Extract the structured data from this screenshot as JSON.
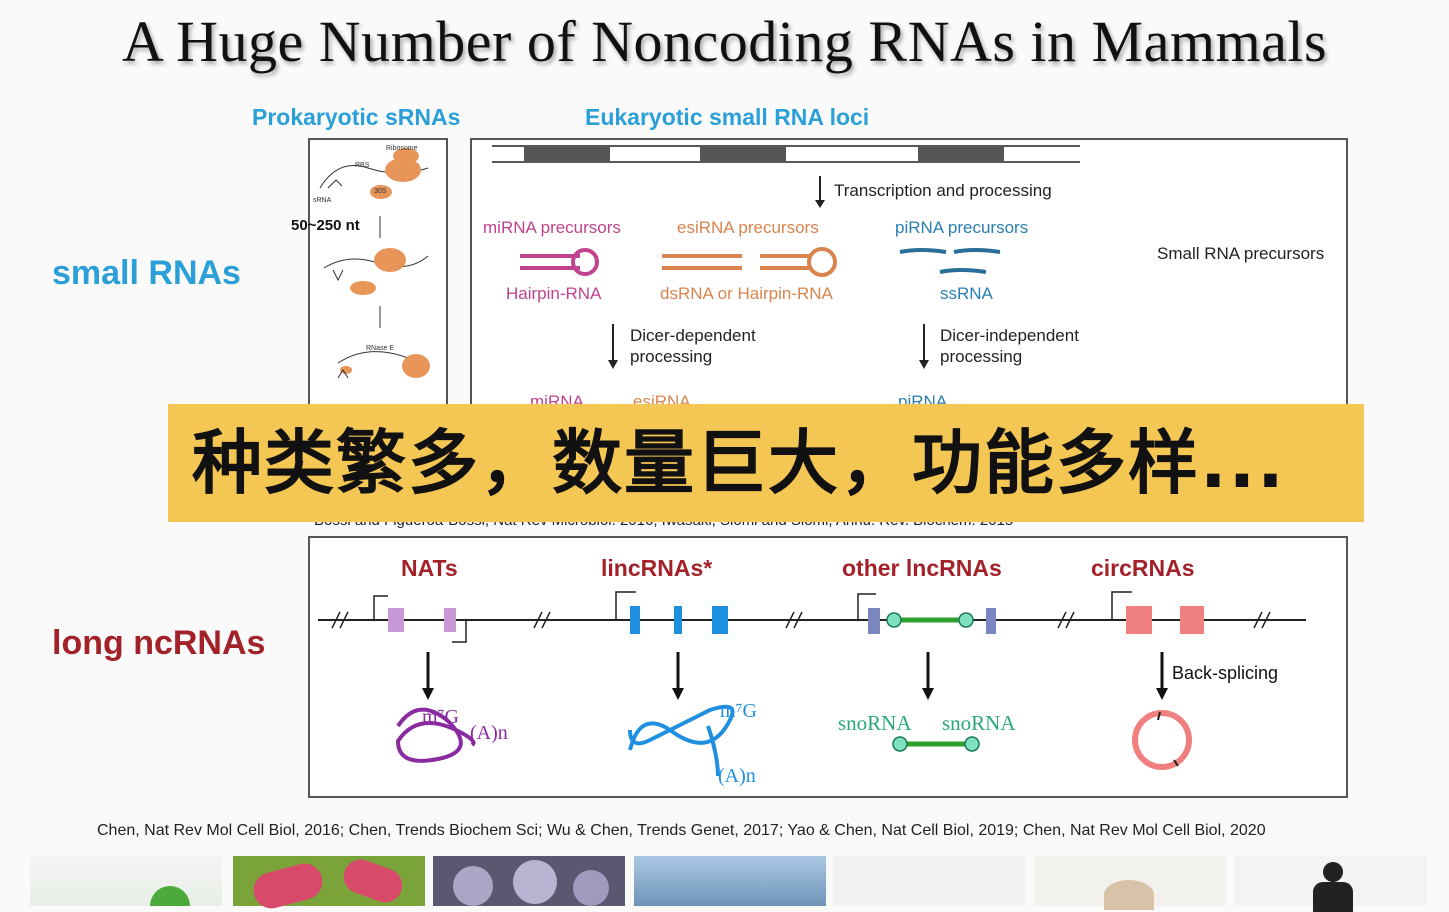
{
  "title": "A Huge Number of Noncoding RNAs in Mammals",
  "labels": {
    "small_rnas": "small RNAs",
    "long_ncrnas": "long ncRNAs",
    "size_range": "50~250 nt"
  },
  "prokaryotic": {
    "heading": "Prokaryotic sRNAs",
    "ribosome": "Ribosome",
    "rbs": "RBS",
    "srna": "sRNA",
    "s30": "30S",
    "rnase": "RNase E"
  },
  "eukaryotic": {
    "heading": "Eukaryotic small RNA loci",
    "transcription": "Transcription and processing",
    "mirna_precursors": "miRNA precursors",
    "esirna_precursors": "esiRNA precursors",
    "pirna_precursors": "piRNA precursors",
    "small_rna_precursors": "Small RNA precursors",
    "hairpin": "Hairpin-RNA",
    "dsrna": "dsRNA or Hairpin-RNA",
    "ssrna": "ssRNA",
    "dicer_dep": "Dicer-dependent processing",
    "dicer_indep": "Dicer-independent processing",
    "mirna": "miRNA",
    "esirna": "esiRNA",
    "pirna": "piRNA"
  },
  "banner": "种类繁多，数量巨大，功能多样...",
  "citation_top": "Bossi and Figueroa-Bossi, Nat Rev Microbiol. 2016;  Iwasaki, Siomi and Siomi, Annu. Rev. Biochem. 2015",
  "long": {
    "nats": "NATs",
    "lincrnas": "lincRNAs*",
    "other": "other lncRNAs",
    "circ": "circRNAs",
    "back_splicing": "Back-splicing",
    "m7g": "m⁷G",
    "an": "(A)n",
    "snorna": "snoRNA"
  },
  "citation_bottom": "Chen, Nat Rev Mol Cell Biol, 2016; Chen, Trends Biochem Sci; Wu & Chen, Trends Genet, 2017; Yao & Chen, Nat Cell Biol, 2019; Chen, Nat Rev Mol Cell Biol, 2020",
  "colors": {
    "blue_heading": "#2a9fd8",
    "long_heading": "#a3222a",
    "banner": "#f4c653",
    "nat_exon": "#c79ad6",
    "linc_exon": "#1f8fe0",
    "circ_exon": "#f08080",
    "other_exon": "#7a86c0",
    "snorna_link": "#2ca02c"
  }
}
